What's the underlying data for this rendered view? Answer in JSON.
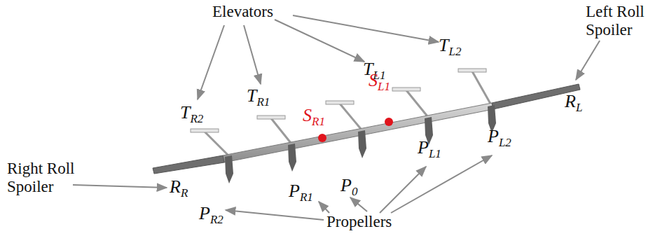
{
  "diagram": {
    "labels": [
      "Elevators",
      "Left Roll Spoiler",
      "TR2",
      "TR1",
      "TL1",
      "TL2",
      "RL",
      "SR1",
      "SL1",
      "Right Roll Spoiler",
      "RR",
      "PR2",
      "PR1",
      "P0",
      "PL1",
      "PL2",
      "Propellers"
    ]
  }
}
